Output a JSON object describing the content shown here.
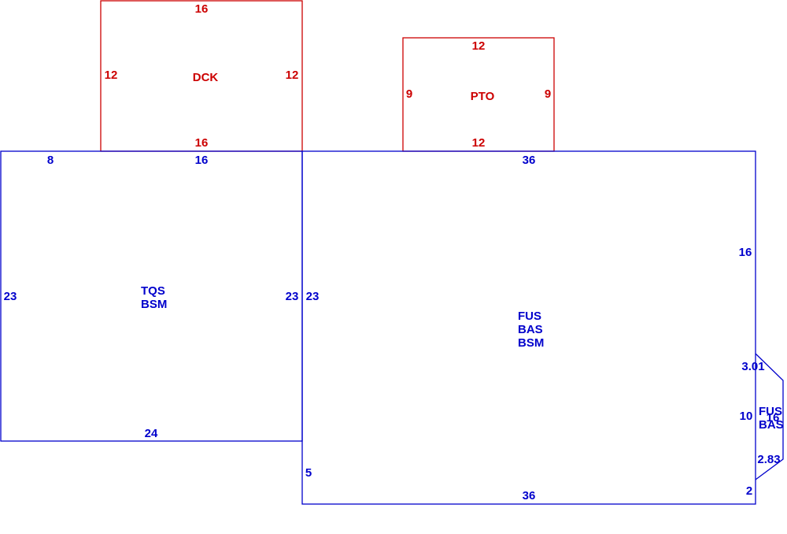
{
  "colors": {
    "blue": "#0000cc",
    "red": "#cc0000"
  },
  "sketch": {
    "deck": {
      "label": "DCK",
      "dims": {
        "top": "16",
        "left": "12",
        "right": "12",
        "bottom": "16"
      }
    },
    "patio": {
      "label": "PTO",
      "dims": {
        "top": "12",
        "left": "9",
        "right": "9",
        "bottom": "12"
      }
    },
    "tqs_area": {
      "label_lines": [
        "TQS",
        "BSM"
      ],
      "dims": {
        "top_left": "8",
        "top_right": "16",
        "left": "23",
        "right": "23",
        "bottom": "24"
      }
    },
    "main_area": {
      "label_lines": [
        "FUS",
        "BAS",
        "BSM"
      ],
      "dims": {
        "top": "36",
        "left": "23",
        "left_lower": "5",
        "right_upper": "16",
        "right_lower": "2",
        "bottom": "36"
      }
    },
    "bay": {
      "label_lines": [
        "FUS",
        "BAS"
      ],
      "dims": {
        "upper_diag": "3.01",
        "wall": "10",
        "front": "16",
        "lower_diag": "2.83"
      }
    }
  }
}
